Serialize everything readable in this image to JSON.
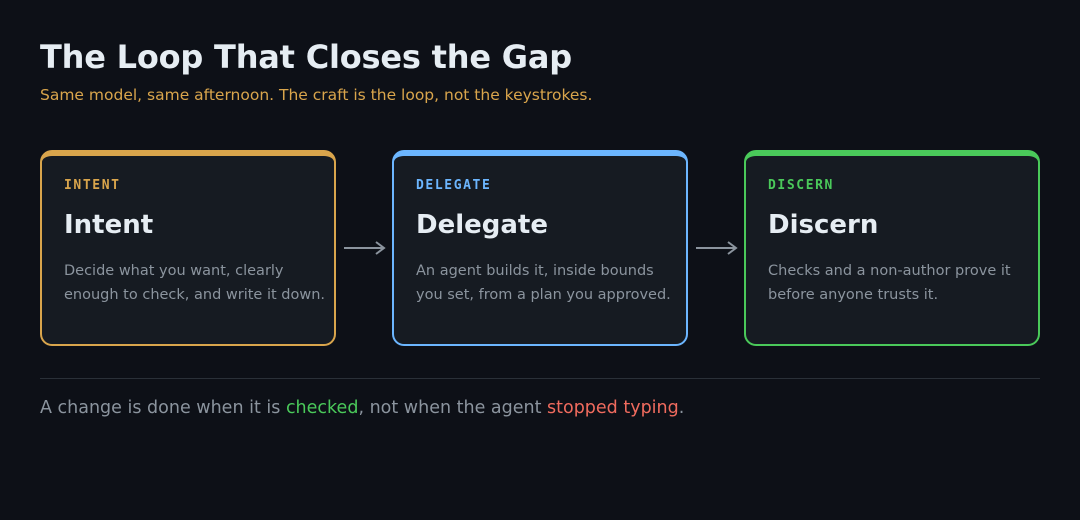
{
  "header": {
    "title": "The Loop That Closes the Gap",
    "subtitle": "Same model, same afternoon. The craft is the loop, not the keystrokes."
  },
  "cards": [
    {
      "tag": "INTENT",
      "title": "Intent",
      "description": "Decide what you want, clearly enough to check, and write it down.",
      "color": "#d9a54c"
    },
    {
      "tag": "DELEGATE",
      "title": "Delegate",
      "description": "An agent builds it, inside bounds you set, from a plan you approved.",
      "color": "#6cb6ff"
    },
    {
      "tag": "DISCERN",
      "title": "Discern",
      "description": "Checks and a non-author prove it before anyone trusts it.",
      "color": "#4ac95a"
    }
  ],
  "arrow_color": "#8b949e",
  "footer": {
    "text_before": "A change is done when it is ",
    "highlight_good": "checked",
    "text_middle": ", not when the agent ",
    "highlight_bad": "stopped typing",
    "text_after": ".",
    "good_color": "#4ac95a",
    "bad_color": "#f06b5e"
  }
}
